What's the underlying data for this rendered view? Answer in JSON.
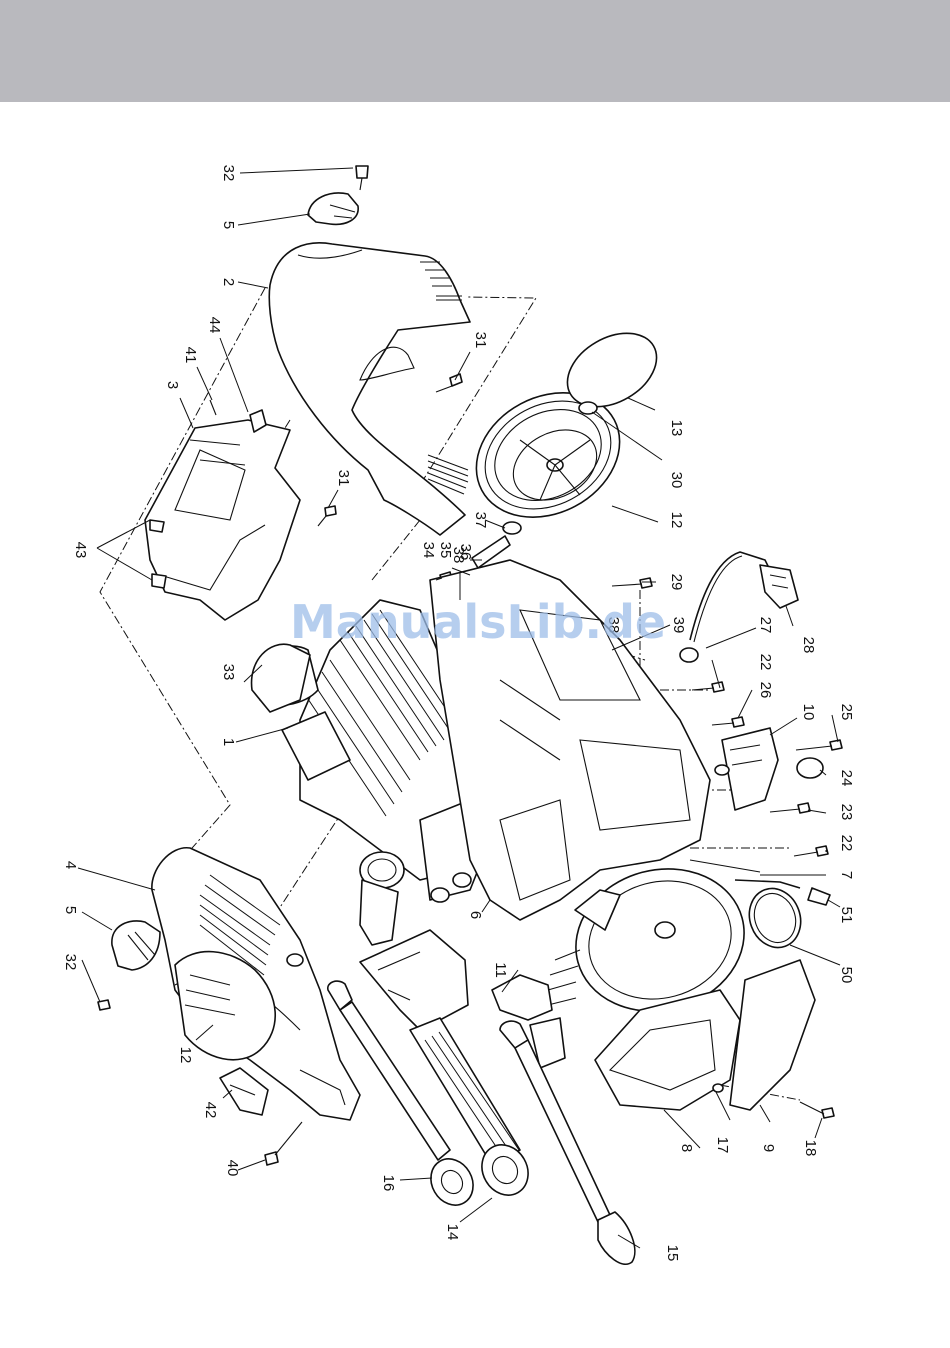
{
  "watermark": "ManualsLib.de",
  "callouts": {
    "c32a": "32",
    "c5a": "5",
    "c2": "2",
    "c44": "44",
    "c41": "41",
    "c3": "3",
    "c31a": "31",
    "c31b": "31",
    "c13": "13",
    "c30": "30",
    "c12a": "12",
    "c37": "37",
    "c36": "36",
    "c35": "35",
    "c34": "34",
    "c43": "43",
    "c38a": "38",
    "c38b": "38",
    "c39": "39",
    "c29": "29",
    "c27": "27",
    "c28": "28",
    "c22a": "22",
    "c33": "33",
    "c1": "1",
    "c26": "26",
    "c10": "10",
    "c25": "25",
    "c24": "24",
    "c23": "23",
    "c22b": "22",
    "c7": "7",
    "c4": "4",
    "c5b": "5",
    "c32b": "32",
    "c6": "6",
    "c51": "51",
    "c50": "50",
    "c11": "11",
    "c12b": "12",
    "c42": "42",
    "c40": "40",
    "c16": "16",
    "c14": "14",
    "c15": "15",
    "c8": "8",
    "c17": "17",
    "c9": "9",
    "c18": "18"
  }
}
